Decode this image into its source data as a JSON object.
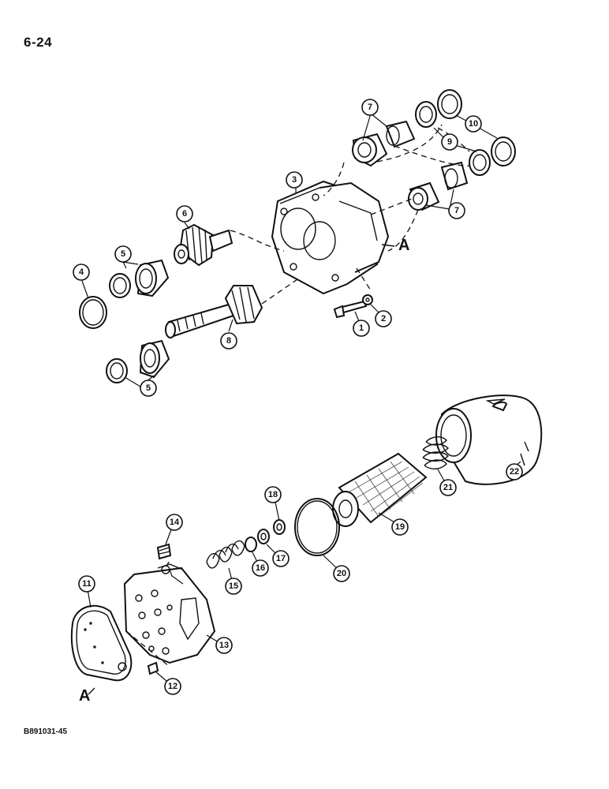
{
  "page": {
    "number": "6-24",
    "figure_code": "B891031-45"
  },
  "reference_marks": {
    "upper": "A",
    "lower": "A"
  },
  "callouts": {
    "c1": "1",
    "c2": "2",
    "c3": "3",
    "c4": "4",
    "c5a": "5",
    "c5b": "5",
    "c6": "6",
    "c7a": "7",
    "c7b": "7",
    "c8": "8",
    "c9": "9",
    "c10": "10",
    "c11": "11",
    "c12": "12",
    "c13": "13",
    "c14": "14",
    "c15": "15",
    "c16": "16",
    "c17": "17",
    "c18": "18",
    "c19": "19",
    "c20": "20",
    "c21": "21",
    "c22": "22"
  }
}
